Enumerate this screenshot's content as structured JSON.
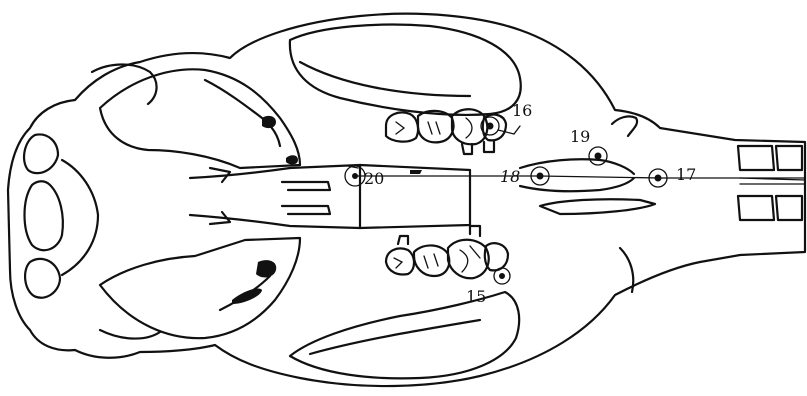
{
  "landmarks": [
    {
      "id": "15",
      "label": "15"
    },
    {
      "id": "16",
      "label": "16"
    },
    {
      "id": "17",
      "label": "17"
    },
    {
      "id": "18",
      "label": "18"
    },
    {
      "id": "19",
      "label": "19"
    },
    {
      "id": "20",
      "label": "20"
    }
  ]
}
